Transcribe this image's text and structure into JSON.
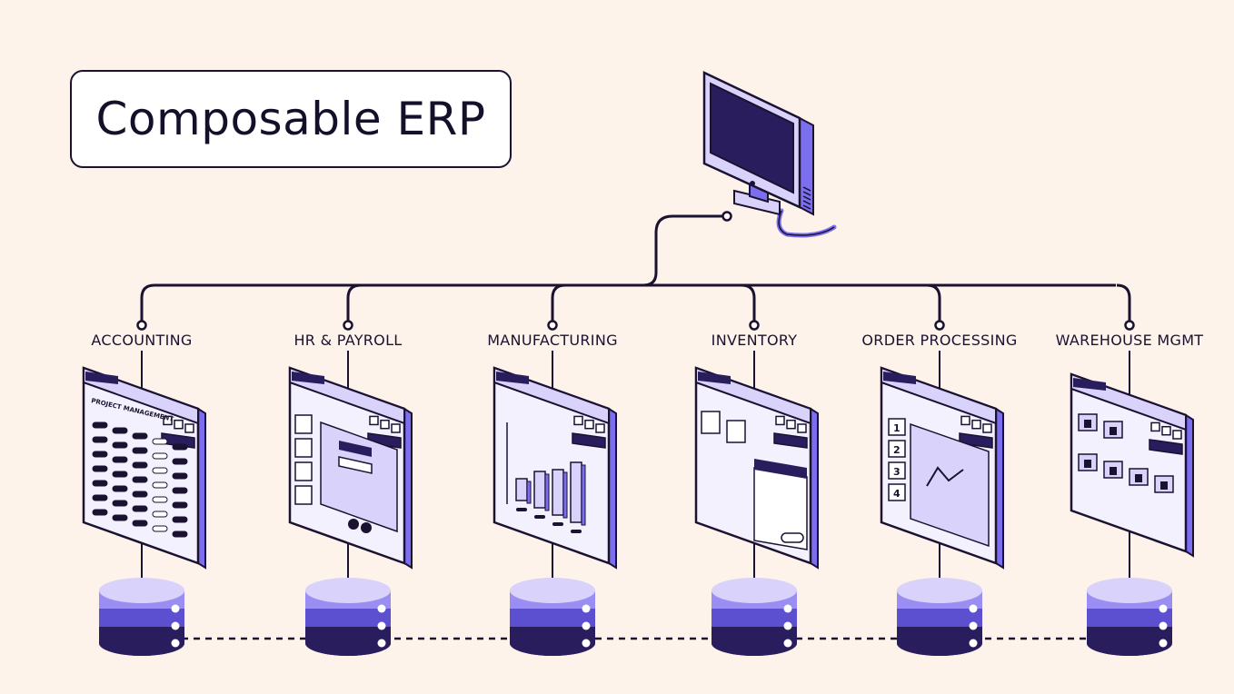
{
  "title": "Composable ERP",
  "modules": [
    {
      "label": "ACCOUNTING",
      "window_type": "table",
      "window_caption": "PROJECT MANAGEMENT"
    },
    {
      "label": "HR & PAYROLL",
      "window_type": "profiles"
    },
    {
      "label": "MANUFACTURING",
      "window_type": "bar-chart"
    },
    {
      "label": "INVENTORY",
      "window_type": "email"
    },
    {
      "label": "ORDER PROCESSING",
      "window_type": "numbered-line-chart",
      "numbers": [
        "1",
        "2",
        "3",
        "4"
      ]
    },
    {
      "label": "WAREHOUSE MGMT",
      "window_type": "folders"
    }
  ],
  "colors": {
    "background": "#fdf3ea",
    "dark": "#1a1230",
    "accent": "#7b6ff0",
    "light_purple": "#d9d2fb",
    "mid_purple": "#5c4fd0",
    "deep_purple": "#2a1d5e"
  },
  "icons": [
    "computer-monitor-icon",
    "database-icon",
    "app-window-icon"
  ]
}
